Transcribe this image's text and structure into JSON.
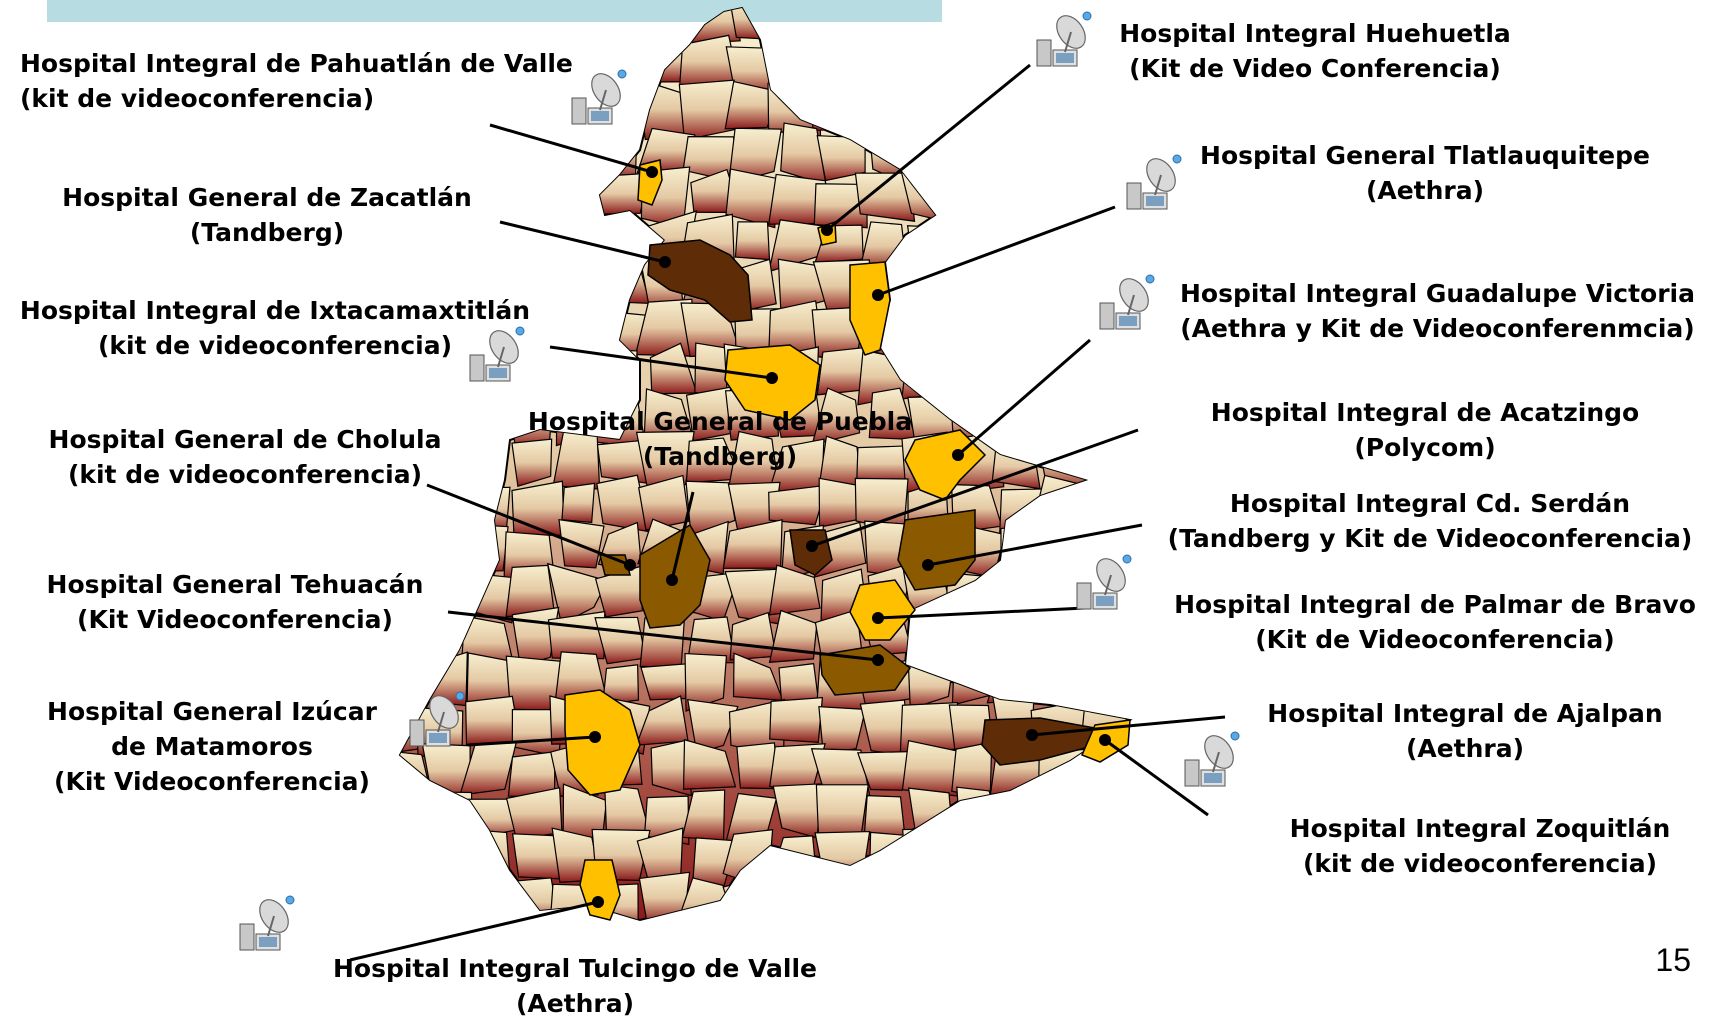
{
  "colors": {
    "top_bar": "#b7dde2",
    "region_fill_top": "#f7efcf",
    "region_fill_bottom": "#8b1a1a",
    "highlight_yellow": "#ffc000",
    "highlight_brown": "#8b5a00",
    "highlight_darkbrown": "#5e2c06"
  },
  "hospitals": [
    {
      "name": "Hospital Integral de Pahuatlán de Valle",
      "equipment": "(kit de videoconferencia)",
      "icon": "satellite-dish-computer-icon"
    },
    {
      "name": "Hospital General de Zacatlán",
      "equipment": "(Tandberg)"
    },
    {
      "name": "Hospital Integral de Ixtacamaxtitlán",
      "equipment": "(kit de videoconferencia)",
      "icon": "satellite-dish-computer-icon"
    },
    {
      "name": "Hospital General de Cholula",
      "equipment": "(kit de videoconferencia)"
    },
    {
      "name": "Hospital General de Puebla",
      "equipment": "(Tandberg)"
    },
    {
      "name": "Hospital General Tehuacán",
      "equipment": "(Kit Videoconferencia)"
    },
    {
      "name_line1": "Hospital General Izúcar",
      "name_line2": "de Matamoros",
      "equipment": "(Kit Videoconferencia)",
      "icon": "satellite-dish-computer-icon"
    },
    {
      "name": "Hospital Integral Tulcingo de Valle",
      "equipment": "(Aethra)",
      "icon": "satellite-dish-computer-icon"
    },
    {
      "name": "Hospital Integral Huehuetla",
      "equipment": "(Kit de Video Conferencia)",
      "icon": "satellite-dish-computer-icon"
    },
    {
      "name": "Hospital General Tlatlauquitepe",
      "equipment": "(Aethra)",
      "icon": "satellite-dish-computer-icon"
    },
    {
      "name": "Hospital Integral Guadalupe Victoria",
      "equipment": "(Aethra y Kit de Videoconferenmcia)",
      "icon": "satellite-dish-computer-icon"
    },
    {
      "name": "Hospital Integral de Acatzingo",
      "equipment": "(Polycom)"
    },
    {
      "name": "Hospital Integral Cd. Serdán",
      "equipment": "(Tandberg y Kit de Videoconferencia)"
    },
    {
      "name": "Hospital Integral de Palmar de Bravo",
      "equipment": "(Kit de Videoconferencia)",
      "icon": "satellite-dish-computer-icon"
    },
    {
      "name": "Hospital Integral de Ajalpan",
      "equipment": "(Aethra)"
    },
    {
      "name": "Hospital Integral Zoquitlán",
      "equipment": "(kit de videoconferencia)",
      "icon": "satellite-dish-computer-icon"
    }
  ],
  "page_number": "15"
}
